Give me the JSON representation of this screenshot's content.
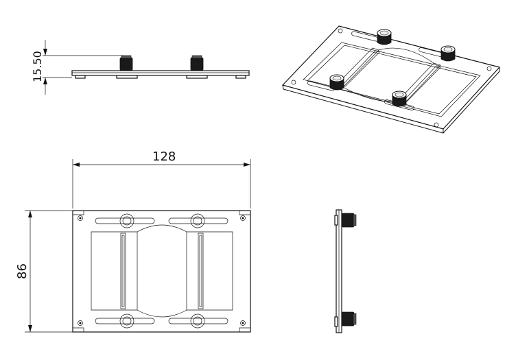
{
  "dimensions": {
    "width_label": "128",
    "height_label": "86",
    "knob_height_label": "15.50"
  },
  "views": [
    "side-view",
    "isometric-view",
    "top-view",
    "end-view"
  ],
  "colors": {
    "line": "#111111",
    "background": "#ffffff"
  }
}
